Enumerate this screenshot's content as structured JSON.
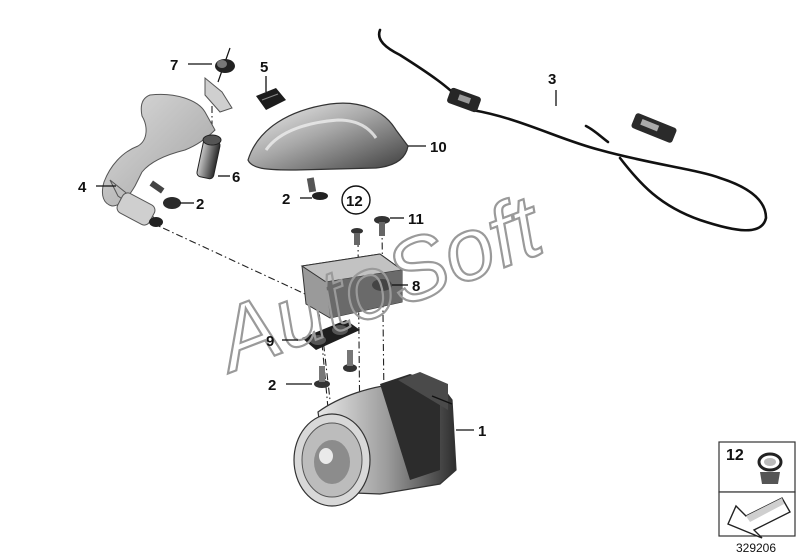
{
  "callouts": {
    "c1": "1",
    "c2a": "2",
    "c2b": "2",
    "c2c": "2",
    "c3": "3",
    "c4": "4",
    "c5": "5",
    "c6": "6",
    "c7": "7",
    "c8": "8",
    "c9": "9",
    "c10": "10",
    "c11": "11",
    "c12": "12"
  },
  "inset": {
    "label": "12"
  },
  "watermark": "AutoSoft",
  "image_number": "329206",
  "colors": {
    "part_dark": "#3a3a3a",
    "part_mid": "#8a8a8a",
    "part_light": "#d8d8d8",
    "watermark": "#9a9a9a"
  }
}
